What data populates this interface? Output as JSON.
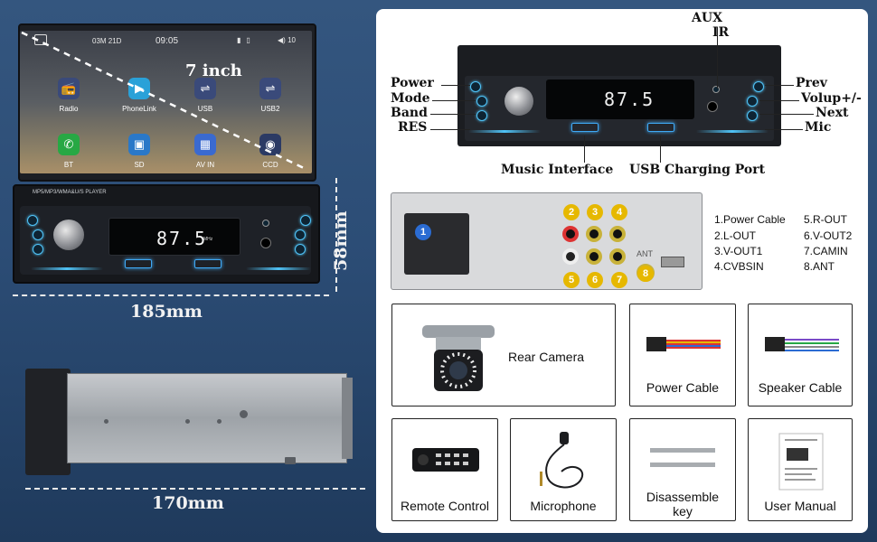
{
  "screen": {
    "status_date": "03M 21D",
    "status_time": "09:05",
    "status_volume": "10",
    "size_label": "7 inch",
    "apps": [
      {
        "label": "Radio",
        "icon": "radio-icon",
        "glyph": "📻",
        "color": "#3a4a7a"
      },
      {
        "label": "PhoneLink",
        "icon": "phonelink-icon",
        "glyph": "▶",
        "color": "#2aa1d8"
      },
      {
        "label": "USB",
        "icon": "usb-icon",
        "glyph": "⇌",
        "color": "#3a4a7a"
      },
      {
        "label": "USB2",
        "icon": "usb2-icon",
        "glyph": "⇌",
        "color": "#3a4a7a"
      },
      {
        "label": "BT",
        "icon": "bluetooth-call-icon",
        "glyph": "✆",
        "color": "#27a844"
      },
      {
        "label": "SD",
        "icon": "sd-card-icon",
        "glyph": "▣",
        "color": "#2a78c8"
      },
      {
        "label": "AV IN",
        "icon": "av-in-icon",
        "glyph": "▦",
        "color": "#3a6ad0"
      },
      {
        "label": "CCD",
        "icon": "camera-icon",
        "glyph": "◉",
        "color": "#2b3a64"
      }
    ]
  },
  "faceplate": {
    "label": "MP5/MP3/WMA&U/S PLAYER",
    "frequency": "87.5",
    "frequency_unit": "MHz",
    "aux_label": "AUX"
  },
  "dimensions": {
    "height": "58mm",
    "width": "185mm",
    "depth": "170mm"
  },
  "front_callouts": {
    "aux": "AUX",
    "ir": "IR",
    "power": "Power",
    "mode": "Mode",
    "band": "Band",
    "res": "RES",
    "prev": "Prev",
    "volup": "Volup+/-",
    "next": "Next",
    "mic": "Mic",
    "music_interface": "Music Interface",
    "usb_charging_port": "USB Charging Port"
  },
  "rear_legend": [
    "1.Power Cable",
    "2.L-OUT",
    "3.V-OUT1",
    "4.CVBSIN",
    "5.R-OUT",
    "6.V-OUT2",
    "7.CAMIN",
    "8.ANT"
  ],
  "rear_badges": [
    "1",
    "2",
    "3",
    "4",
    "5",
    "6",
    "7",
    "8"
  ],
  "rear_ant_label": "ANT",
  "accessories": [
    {
      "label": "Rear Camera"
    },
    {
      "label": "Power Cable"
    },
    {
      "label": "Speaker Cable"
    },
    {
      "label": "Remote Control"
    },
    {
      "label": "Microphone"
    },
    {
      "label": "Disassemble key"
    },
    {
      "label": "User Manual"
    }
  ],
  "colors": {
    "background": "#2c4d76",
    "accent_glow": "#4fc3f7",
    "badge_yellow": "#e6b800",
    "badge_blue": "#2b6cd3"
  }
}
